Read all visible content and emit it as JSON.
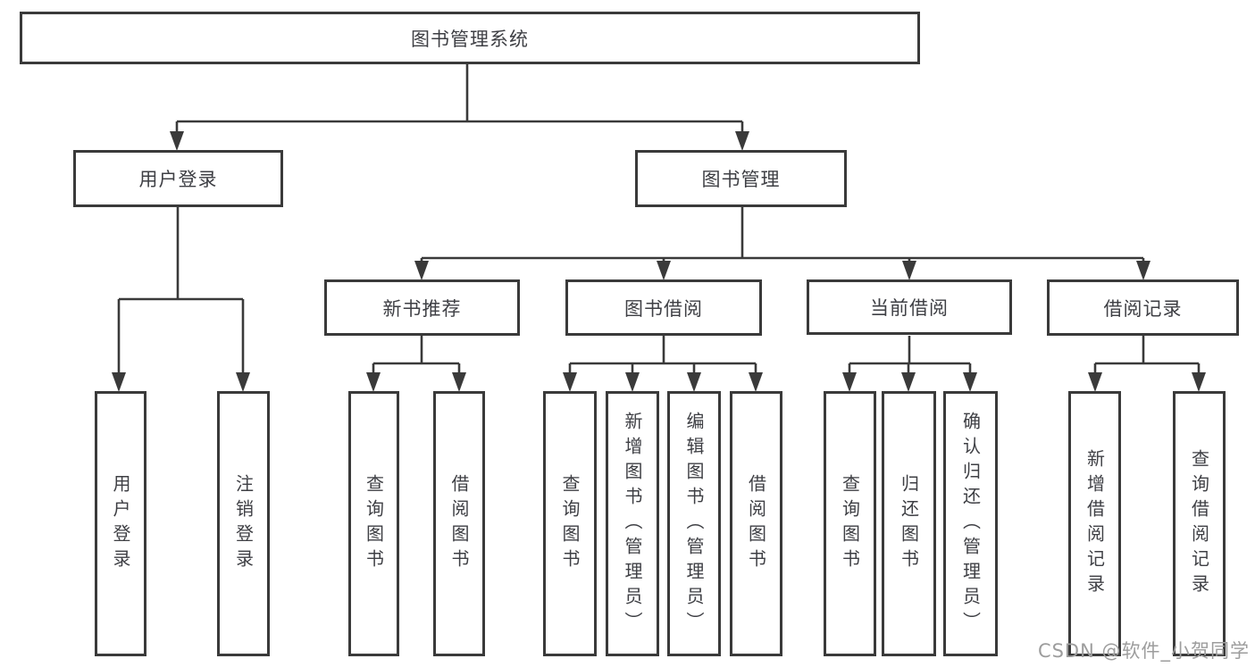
{
  "diagram": {
    "tree": {
      "root": {
        "label": "图书管理系统"
      },
      "branches": [
        {
          "label": "用户登录",
          "children": [
            {
              "label": "用户登录"
            },
            {
              "label": "注销登录"
            }
          ]
        },
        {
          "label": "图书管理",
          "children": [
            {
              "label": "新书推荐",
              "children": [
                {
                  "label": "查询图书"
                },
                {
                  "label": "借阅图书"
                }
              ]
            },
            {
              "label": "图书借阅",
              "children": [
                {
                  "label": "查询图书"
                },
                {
                  "label": "新增图书（管理员）"
                },
                {
                  "label": "编辑图书（管理员）"
                },
                {
                  "label": "借阅图书"
                }
              ]
            },
            {
              "label": "当前借阅",
              "children": [
                {
                  "label": "查询图书"
                },
                {
                  "label": "归还图书"
                },
                {
                  "label": "确认归还（管理员）"
                }
              ]
            },
            {
              "label": "借阅记录",
              "children": [
                {
                  "label": "新增借阅记录"
                },
                {
                  "label": "查询借阅记录"
                }
              ]
            }
          ]
        }
      ]
    },
    "colors": {
      "line": "#3a3a3a",
      "box_border": "#3a3a3a",
      "text": "#3e3f44",
      "background": "#ffffff",
      "watermark": "#9d9d9d"
    }
  },
  "watermark": {
    "text": "CSDN @软件_小贺同学"
  }
}
